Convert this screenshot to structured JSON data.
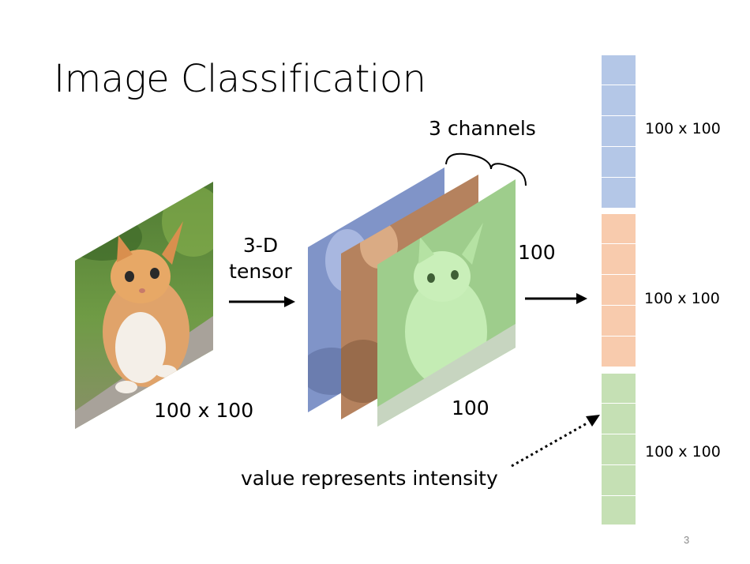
{
  "slide": {
    "title": "Image Classification",
    "page_number": "3"
  },
  "diagram": {
    "tensor_label_line1": "3-D",
    "tensor_label_line2": "tensor",
    "image_size_label": "100 x 100",
    "channels_label": "3 channels",
    "height_label": "100",
    "width_label": "100",
    "intensity_label": "value represents intensity",
    "vector_blocks": [
      {
        "label": "100 x 100",
        "color": "#b4c7e7"
      },
      {
        "label": "100 x 100",
        "color": "#f8cbad"
      },
      {
        "label": "100 x 100",
        "color": "#c5e0b4"
      }
    ],
    "channel_colors": {
      "red": "#f3a877",
      "green": "#b6e6a6",
      "blue": "#8da2d8"
    }
  }
}
